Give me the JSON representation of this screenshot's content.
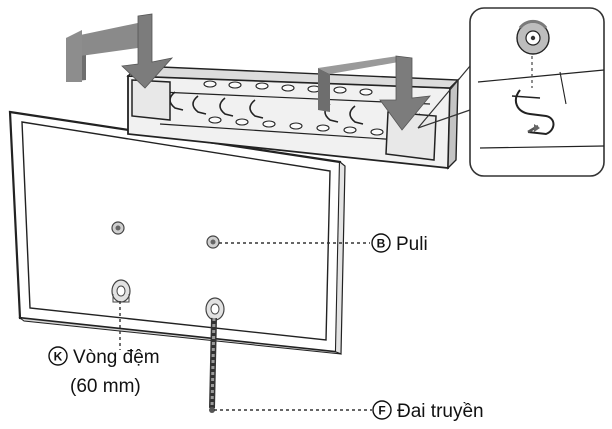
{
  "labels": {
    "pulley": {
      "letter": "B",
      "text": "Puli"
    },
    "washer": {
      "letter": "K",
      "text": "Vòng đệm",
      "subtext": "(60 mm)"
    },
    "belt": {
      "letter": "F",
      "text": "Đai truyền"
    }
  }
}
